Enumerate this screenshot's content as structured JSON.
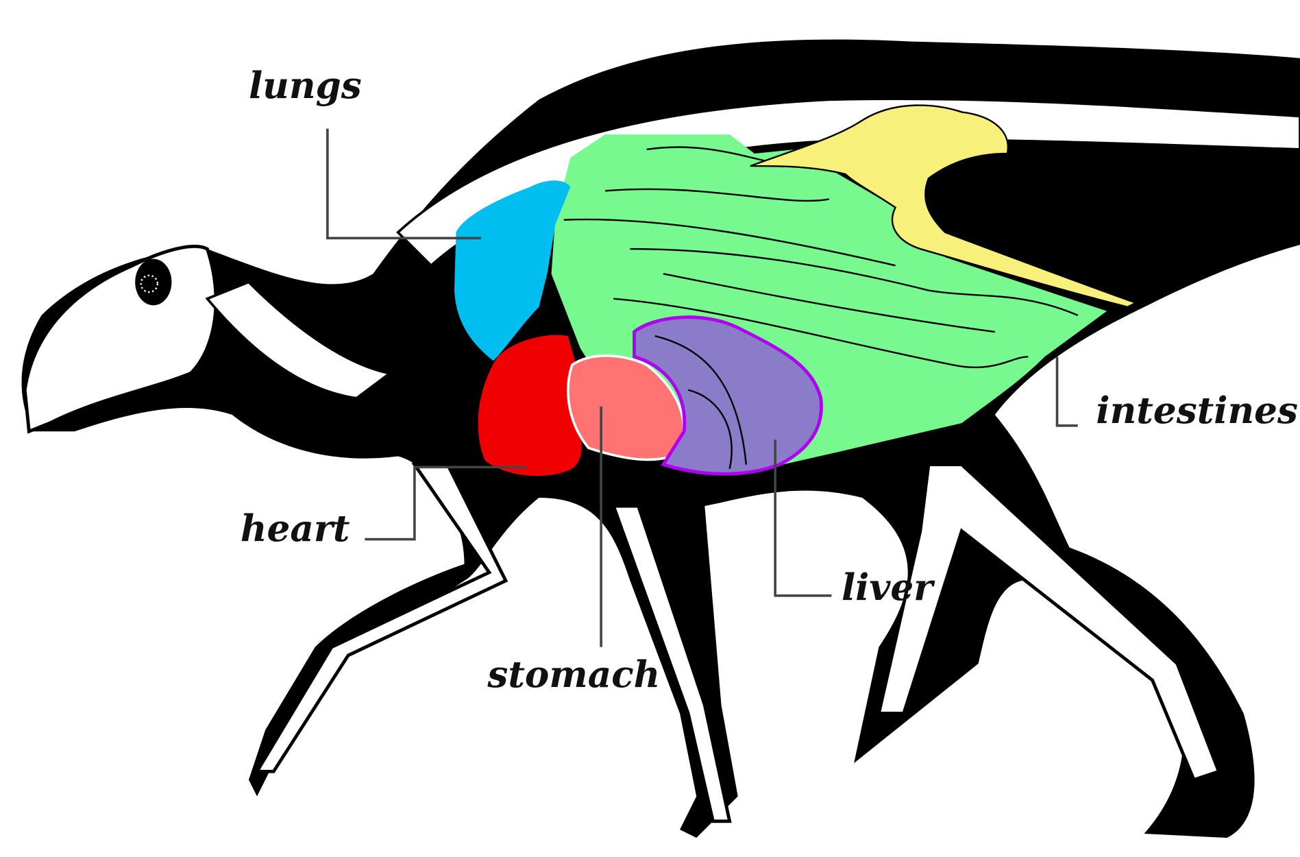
{
  "diagram": {
    "labels": {
      "lungs": "lungs",
      "intestines": "intestines",
      "heart": "heart",
      "liver": "liver",
      "stomach": "stomach"
    },
    "colors": {
      "lungs": "#00BFF0",
      "intestines": "#77F98F",
      "heart": "#F00000",
      "stomach": "#FF7373",
      "liver": "#8A7CC8",
      "liver_outline": "#B000F0",
      "pelvis": "#F7F07A",
      "silhouette": "#000000"
    }
  }
}
